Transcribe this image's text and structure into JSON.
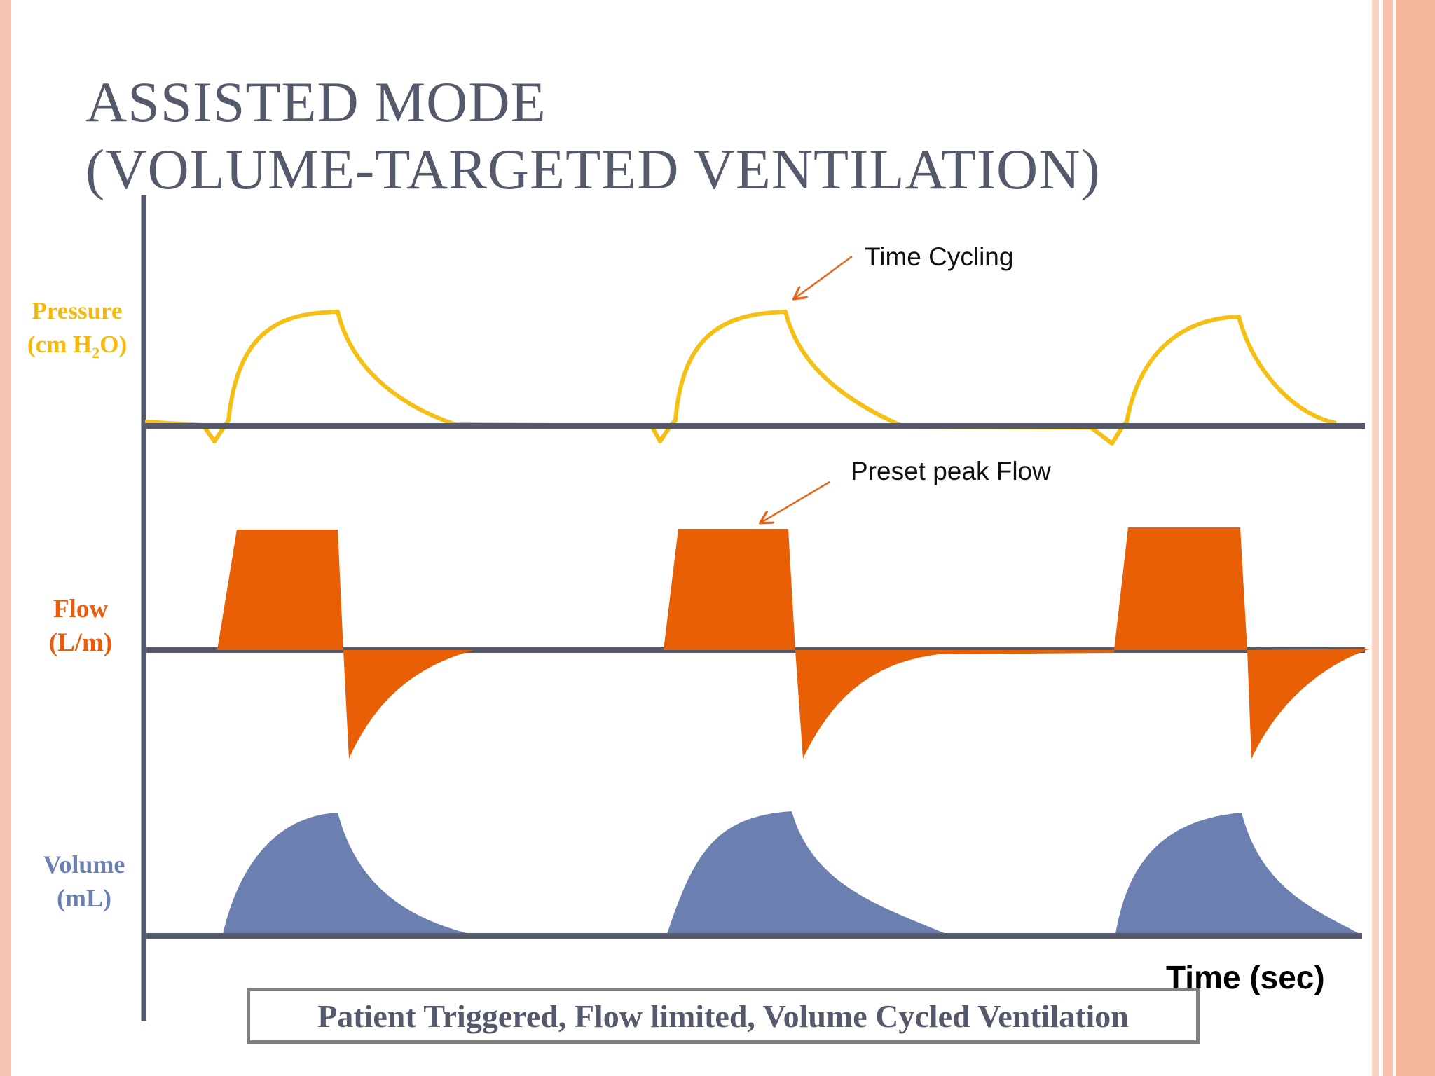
{
  "slide": {
    "title_line1": "ASSISTED MODE",
    "title_line2": "(VOLUME-TARGETED VENTILATION)",
    "caption": "Patient Triggered, Flow limited, Volume Cycled Ventilation"
  },
  "colors": {
    "pressure": "#f5bf13",
    "flow": "#e85f06",
    "volume": "#6c7fb1",
    "axis": "#545a6b",
    "annotation_arrow": "#e8641a"
  },
  "labels": {
    "pressure_line1": "Pressure",
    "pressure_line2_prefix": "(cm H",
    "pressure_subscript": "2",
    "pressure_line2_suffix": "O)",
    "flow_line1": "Flow",
    "flow_line2": "(L/m)",
    "volume_line1": "Volume",
    "volume_line2": "(mL)",
    "x_axis": "Time (sec)"
  },
  "annotations": {
    "time_cycling": "Time Cycling",
    "preset_peak_flow": "Preset peak Flow"
  }
}
